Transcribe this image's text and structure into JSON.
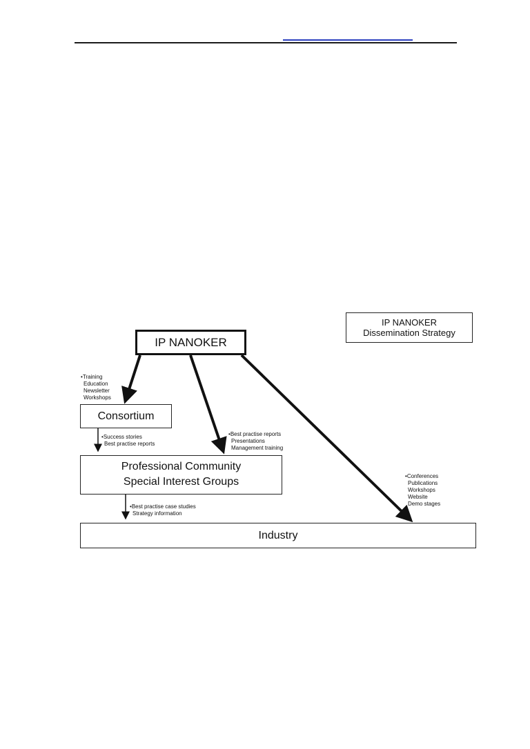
{
  "diagram": {
    "legend_title": "IP NANOKER",
    "legend_subtitle": "Dissemination Strategy",
    "nodes": {
      "nanoker": "IP NANOKER",
      "consortium": "Consortium",
      "community_line1": "Professional Community",
      "community_line2": "Special Interest Groups",
      "industry": "Industry"
    },
    "notes": {
      "to_consortium": [
        "Training",
        "Education",
        "Newsletter",
        "Workshops"
      ],
      "consortium_to_community": [
        "Success stories",
        "Best practise reports"
      ],
      "to_community": [
        "Best practise reports",
        "Presentations",
        "Management  training"
      ],
      "to_industry": [
        "Conferences",
        "Publications",
        "Workshops",
        "Website",
        "Demo stages"
      ],
      "community_to_industry": [
        "Best practise case studies",
        "Strategy information"
      ]
    }
  }
}
